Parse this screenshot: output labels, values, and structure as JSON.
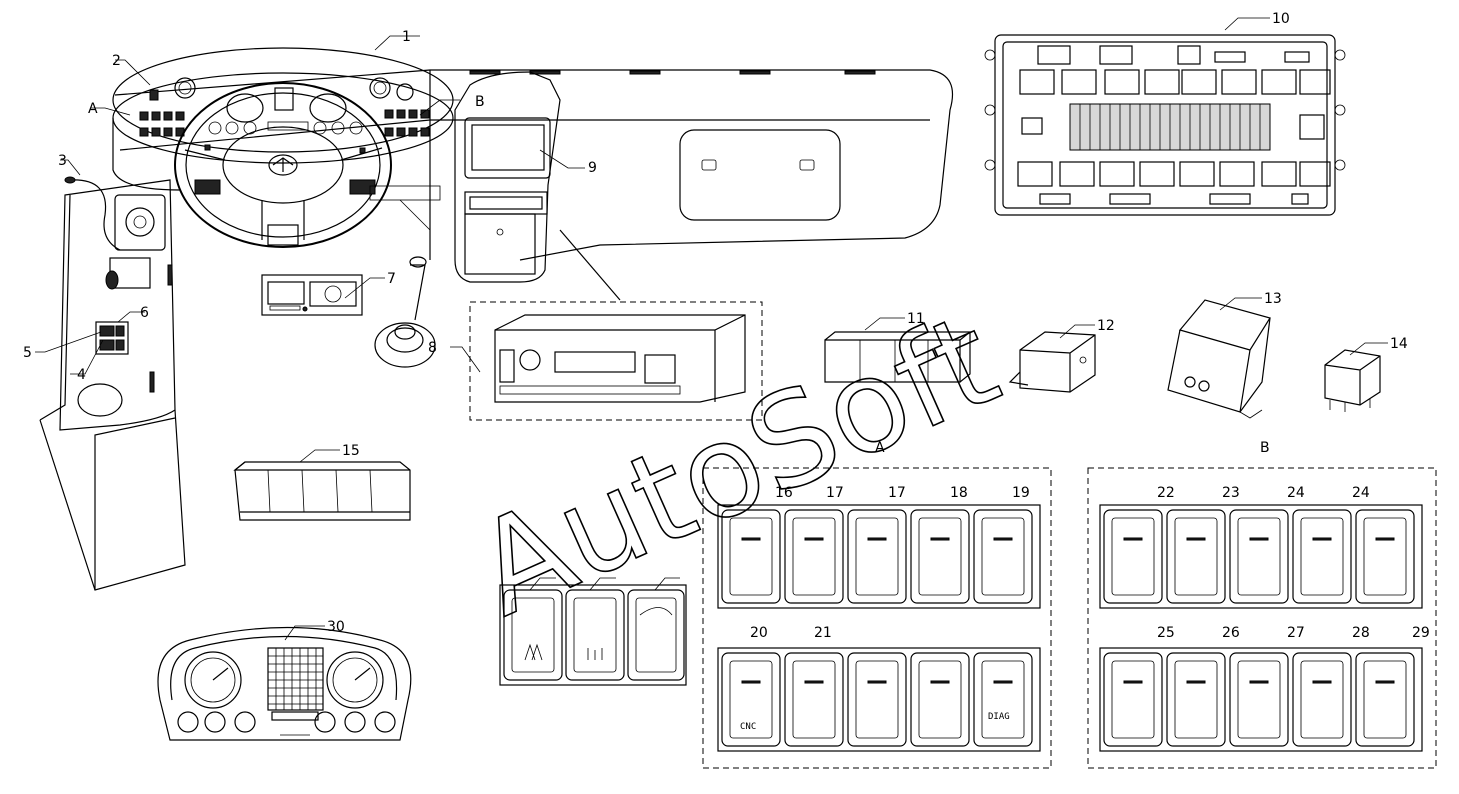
{
  "diagram": {
    "watermark": "AutoSoft",
    "group_labels": {
      "a": "A",
      "b": "B"
    },
    "callouts": [
      "1",
      "2",
      "3",
      "4",
      "5",
      "6",
      "7",
      "8",
      "9",
      "10",
      "11",
      "12",
      "13",
      "14",
      "15",
      "16",
      "17",
      "17",
      "18",
      "19",
      "20",
      "21",
      "22",
      "23",
      "24",
      "24",
      "25",
      "26",
      "27",
      "28",
      "29",
      "30"
    ],
    "callout_side_labels": {
      "a": "A",
      "b": "B"
    },
    "switch_text": {
      "diag": "DIAG",
      "cnc": "CNC"
    }
  }
}
